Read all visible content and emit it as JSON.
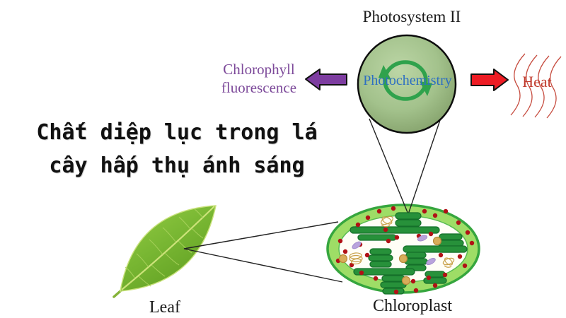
{
  "headline": {
    "line1": "Chất diệp lục trong lá",
    "line2": "cây hấp thụ ánh sáng"
  },
  "diagram": {
    "photosystem_label": "Photosystem II",
    "photochemistry_label": "Photochemistry",
    "fluorescence_label": "Chlorophyll fluorescence",
    "heat_label": "Heat",
    "leaf_label": "Leaf",
    "chloroplast_label": "Chloroplast"
  },
  "colors": {
    "background": "#ffffff",
    "fluorescence_arrow": "#7d3da0",
    "heat_arrow": "#ed1c24",
    "arrow_outline": "#111111",
    "sphere_green": "#a3c28c",
    "cycle_arrow_green": "#2fa24c",
    "photochemistry_text": "#2d6fc2",
    "fluorescence_text": "#7d4a9a",
    "heat_text": "#c0392b",
    "label_text": "#1a1a1a",
    "leaf_green": "#76b432",
    "chloroplast_membrane": "#36a63e",
    "chloroplast_stroma_fill": "#9edd66",
    "granum_green": "#27913a",
    "plastoglobule_red": "#b11116"
  }
}
